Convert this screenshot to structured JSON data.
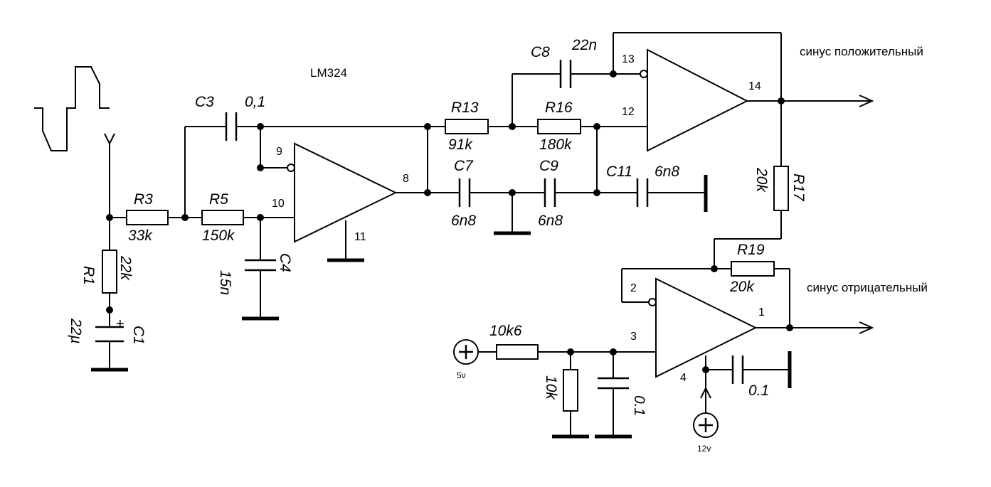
{
  "chip": "LM324",
  "components": {
    "r3": {
      "name": "R3",
      "value": "33k"
    },
    "r5": {
      "name": "R5",
      "value": "150k"
    },
    "r1": {
      "name": "R1",
      "value": "22k"
    },
    "c1": {
      "name": "C1",
      "value": "22µ",
      "polarity": "+"
    },
    "c3": {
      "name": "C3",
      "value": "0,1"
    },
    "c4": {
      "name": "C4",
      "value": "15n"
    },
    "r13": {
      "name": "R13",
      "value": "91k"
    },
    "r16": {
      "name": "R16",
      "value": "180k"
    },
    "c7": {
      "name": "C7",
      "value": "6n8"
    },
    "c9": {
      "name": "C9",
      "value": "6n8"
    },
    "c11": {
      "name": "C11",
      "value": "6n8"
    },
    "c8": {
      "name": "C8",
      "value": "22n"
    },
    "r17": {
      "name": "R17",
      "value": "20k"
    },
    "r19": {
      "name": "R19",
      "value": "20k"
    },
    "r_div_top": {
      "value": "10k6"
    },
    "r_div_bot": {
      "value": "10k"
    },
    "c_div": {
      "value": "0.1"
    },
    "c_sup": {
      "value": "0.1"
    }
  },
  "pins": {
    "p9": "9",
    "p10": "10",
    "p8": "8",
    "p11": "11",
    "p13": "13",
    "p12": "12",
    "p14": "14",
    "p2": "2",
    "p3": "3",
    "p1": "1",
    "p4": "4"
  },
  "sources": {
    "v5": "5v",
    "v12": "12v"
  },
  "outputs": {
    "positive": "синус положительный",
    "negative": "синус отрицательный"
  }
}
